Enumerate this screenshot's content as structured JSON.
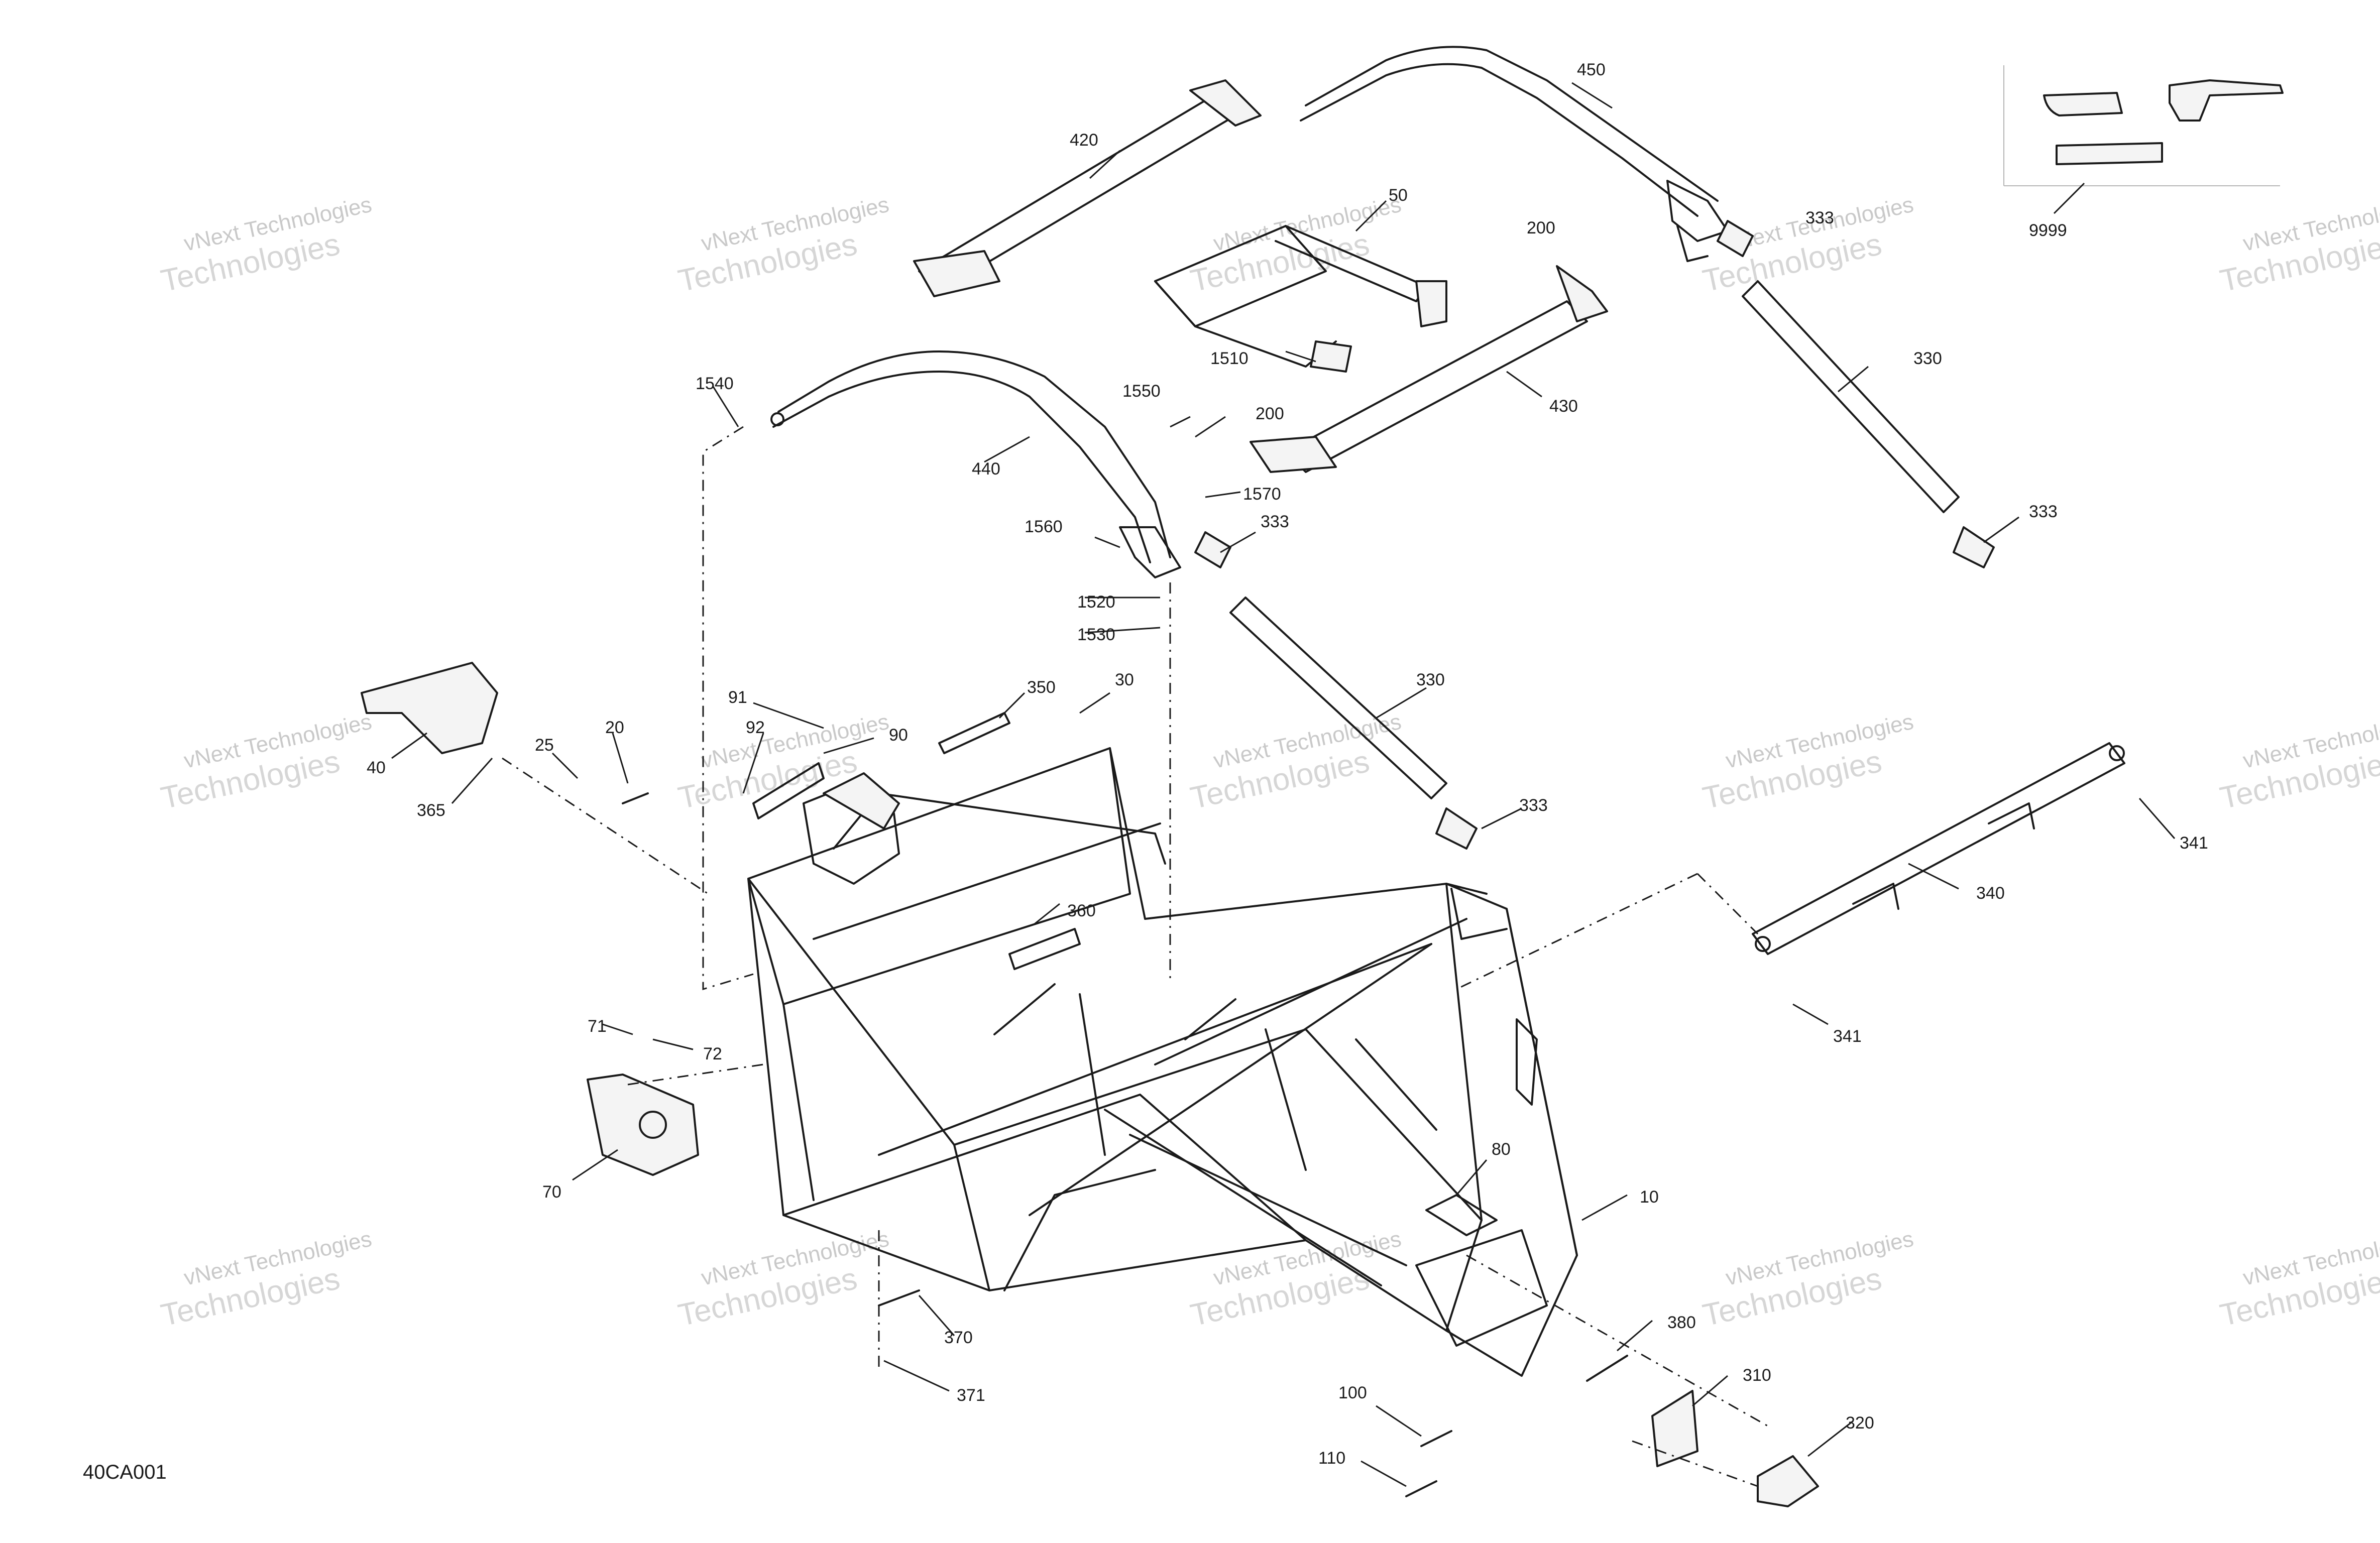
{
  "diagram": {
    "drawing_id": "40CA001",
    "watermark": {
      "line1": "vNext Technologies",
      "line2": "Technologies"
    },
    "callouts": {
      "c10": "10",
      "c20": "20",
      "c25": "25",
      "c30": "30",
      "c40": "40",
      "c50": "50",
      "c70": "70",
      "c71": "71",
      "c72": "72",
      "c80": "80",
      "c90": "90",
      "c91": "91",
      "c92": "92",
      "c100": "100",
      "c110": "110",
      "c200a": "200",
      "c200b": "200",
      "c310": "310",
      "c320": "320",
      "c330a": "330",
      "c330b": "330",
      "c333a": "333",
      "c333b": "333",
      "c333c": "333",
      "c333d": "333",
      "c340": "340",
      "c341a": "341",
      "c341b": "341",
      "c350": "350",
      "c360": "360",
      "c365": "365",
      "c370": "370",
      "c371": "371",
      "c380": "380",
      "c420": "420",
      "c430": "430",
      "c440": "440",
      "c450": "450",
      "c1510": "1510",
      "c1520": "1520",
      "c1530": "1530",
      "c1540": "1540",
      "c1550": "1550",
      "c1560": "1560",
      "c1570": "1570",
      "c9999": "9999"
    }
  }
}
